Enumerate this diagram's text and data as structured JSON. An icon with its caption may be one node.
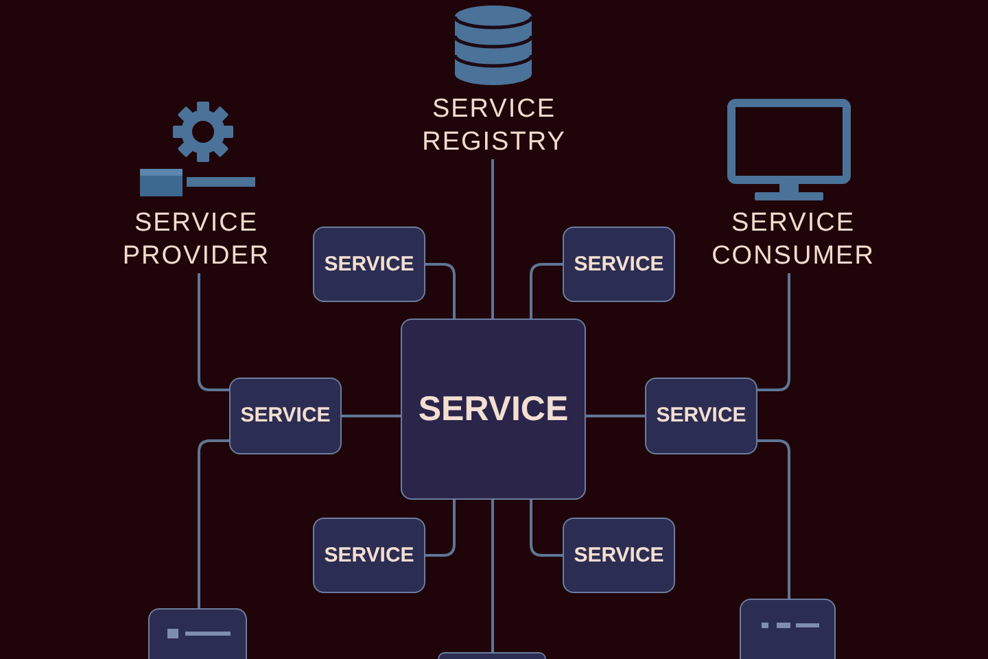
{
  "diagram": {
    "nodes": [
      {
        "text": [
          "SERVICE REGISTRY"
        ]
      },
      {
        "text": [
          "SERVICE PROVIDER"
        ]
      },
      {
        "text": [
          "SERVICE CONSUMER"
        ]
      },
      {
        "text": [
          "SERVICE"
        ]
      },
      {
        "text": [
          "SERVICE"
        ]
      },
      {
        "text": [
          "SERVICE"
        ]
      },
      {
        "text": [
          "SERVICE"
        ]
      },
      {
        "text": [
          "SERVICE"
        ]
      },
      {
        "text": [
          "SERVICE"
        ]
      },
      {
        "text": [
          "SERVICE"
        ]
      },
      {
        "text": [],
        "shape": "box"
      },
      {
        "text": [],
        "shape": "box"
      },
      {
        "text": [],
        "shape": "box"
      }
    ],
    "edges": [
      {
        "from": 0,
        "to": 5,
        "arrow": "none"
      },
      {
        "from": 3,
        "to": 5,
        "arrow": "none"
      },
      {
        "from": 4,
        "to": 5,
        "arrow": "none"
      },
      {
        "from": 6,
        "to": 5,
        "arrow": "none"
      },
      {
        "from": 7,
        "to": 5,
        "arrow": "none"
      },
      {
        "from": 8,
        "to": 5,
        "arrow": "none"
      },
      {
        "from": 9,
        "to": 5,
        "arrow": "none"
      },
      {
        "from": 5,
        "to": 12,
        "arrow": "none"
      },
      {
        "from": 1,
        "to": 6,
        "arrow": "none"
      },
      {
        "from": 6,
        "to": 10,
        "arrow": "none"
      },
      {
        "from": 2,
        "to": 7,
        "arrow": "none"
      },
      {
        "from": 7,
        "to": 11,
        "arrow": "none"
      }
    ]
  }
}
